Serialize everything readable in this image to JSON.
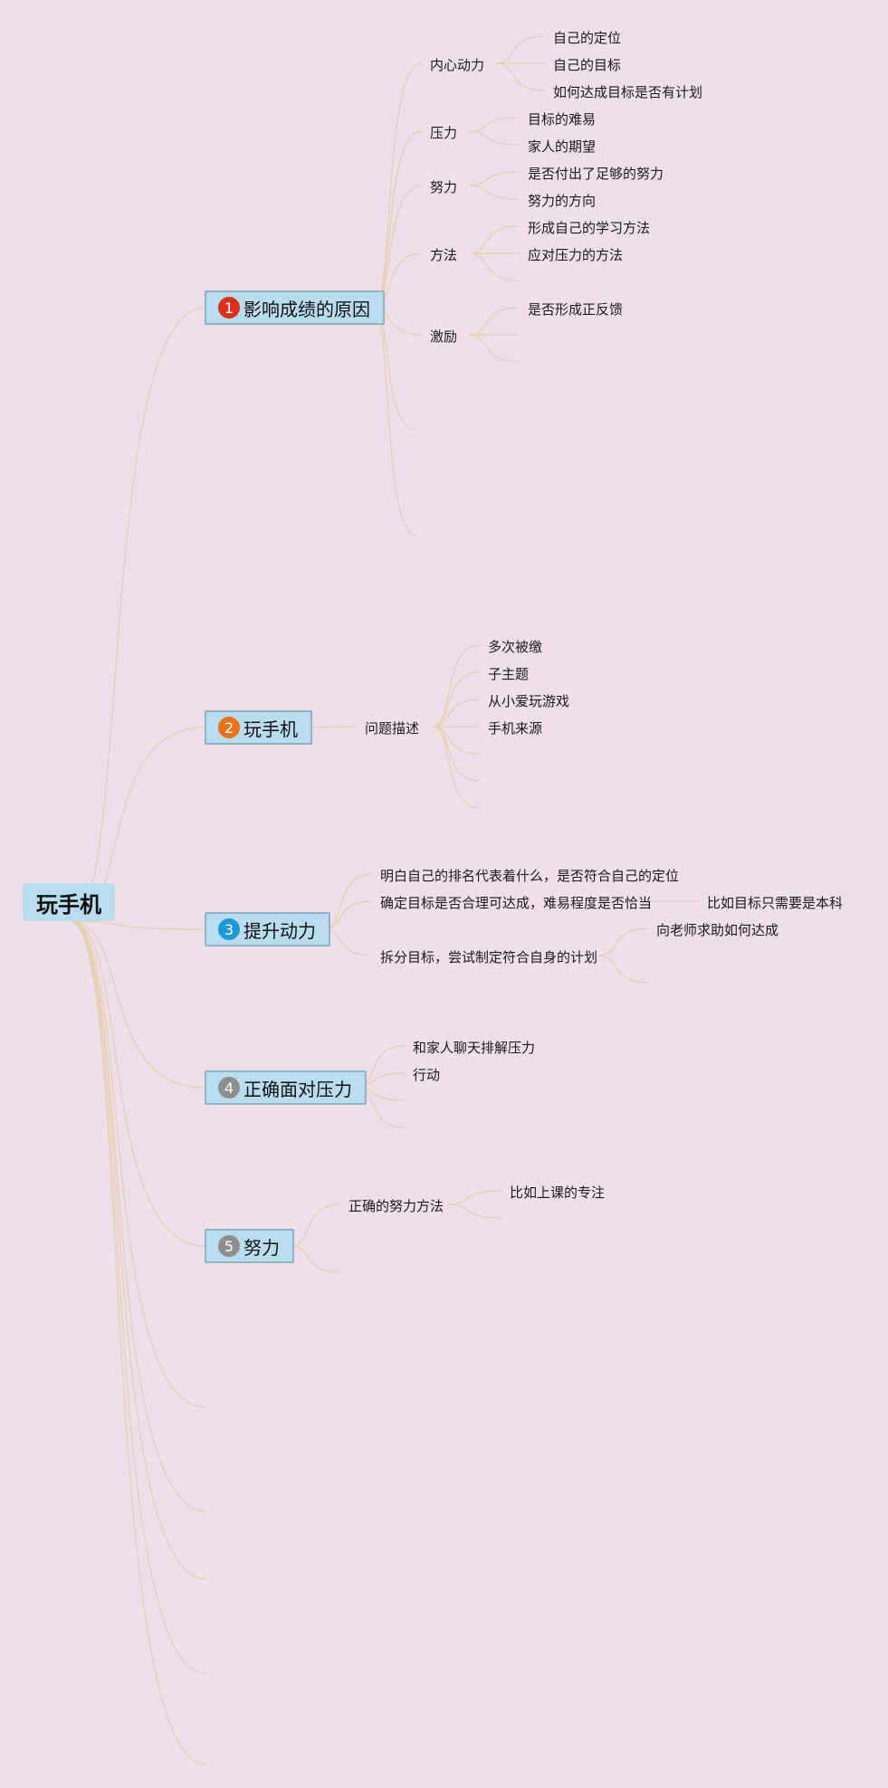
{
  "root": {
    "label": "玩手机"
  },
  "branches": [
    {
      "number": "1",
      "badge_color": "#d9311d",
      "label": "影响成绩的原因",
      "children": [
        {
          "label": "内心动力",
          "children": [
            "自己的定位",
            "自己的目标",
            "如何达成目标是否有计划"
          ]
        },
        {
          "label": "压力",
          "children": [
            "目标的难易",
            "家人的期望"
          ]
        },
        {
          "label": "努力",
          "children": [
            "是否付出了足够的努力",
            "努力的方向"
          ]
        },
        {
          "label": "方法",
          "children": [
            "形成自己的学习方法",
            "应对压力的方法"
          ]
        },
        {
          "label": "激励",
          "children": [
            "是否形成正反馈"
          ]
        }
      ]
    },
    {
      "number": "2",
      "badge_color": "#e8731c",
      "label": "玩手机",
      "children": [
        {
          "label": "问题描述",
          "children": [
            "多次被缴",
            "子主题",
            "从小爱玩游戏",
            "手机来源"
          ]
        }
      ]
    },
    {
      "number": "3",
      "badge_color": "#1a9ad9",
      "label": "提升动力",
      "children": [
        {
          "label": "明白自己的排名代表着什么，是否符合自己的定位",
          "children": []
        },
        {
          "label": "确定目标是否合理可达成，难易程度是否恰当",
          "children": [
            "比如目标只需要是本科"
          ]
        },
        {
          "label": "拆分目标，尝试制定符合自身的计划",
          "children": [
            "向老师求助如何达成"
          ]
        }
      ]
    },
    {
      "number": "4",
      "badge_color": "#8e8e8e",
      "label": "正确面对压力",
      "children": [
        {
          "label": "和家人聊天排解压力",
          "children": []
        },
        {
          "label": "行动",
          "children": []
        }
      ]
    },
    {
      "number": "5",
      "badge_color": "#8e8e8e",
      "label": "努力",
      "children": [
        {
          "label": "正确的努力方法",
          "children": [
            "比如上课的专注"
          ]
        }
      ]
    }
  ],
  "colors": {
    "background": "#efdfeb",
    "node_fill": "#b9dcef",
    "node_border": "#8fb3c4",
    "connector": "#e6cfae"
  }
}
